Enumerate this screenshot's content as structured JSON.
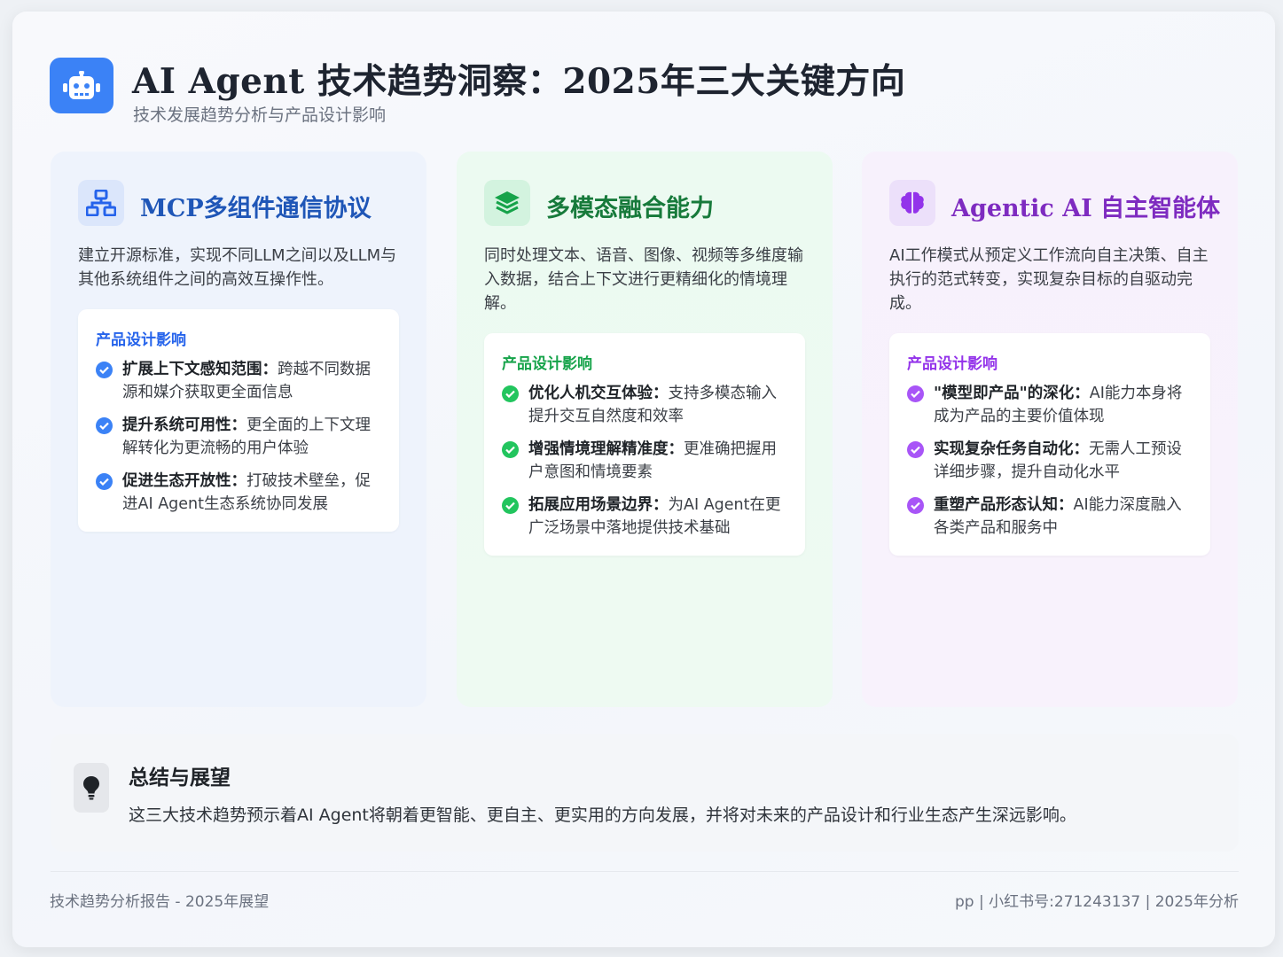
{
  "header": {
    "icon": "robot-icon",
    "title": "AI Agent 技术趋势洞察：2025年三大关键方向",
    "subtitle": "技术发展趋势分析与产品设计影响"
  },
  "colors": {
    "blue": "#2563eb",
    "green": "#16a34a",
    "purple": "#9333ea"
  },
  "cards": [
    {
      "icon": "network-icon",
      "title": "MCP多组件通信协议",
      "description": "建立开源标准，实现不同LLM之间以及LLM与其他系统组件之间的高效互操作性。",
      "impact_title": "产品设计影响",
      "items": [
        {
          "bold": "扩展上下文感知范围：",
          "text": "跨越不同数据源和媒介获取更全面信息"
        },
        {
          "bold": "提升系统可用性：",
          "text": "更全面的上下文理解转化为更流畅的用户体验"
        },
        {
          "bold": "促进生态开放性：",
          "text": "打破技术壁垒，促进AI Agent生态系统协同发展"
        }
      ]
    },
    {
      "icon": "layers-icon",
      "title": "多模态融合能力",
      "description": "同时处理文本、语音、图像、视频等多维度输入数据，结合上下文进行更精细化的情境理解。",
      "impact_title": "产品设计影响",
      "items": [
        {
          "bold": "优化人机交互体验：",
          "text": "支持多模态输入提升交互自然度和效率"
        },
        {
          "bold": "增强情境理解精准度：",
          "text": "更准确把握用户意图和情境要素"
        },
        {
          "bold": "拓展应用场景边界：",
          "text": "为AI Agent在更广泛场景中落地提供技术基础"
        }
      ]
    },
    {
      "icon": "brain-icon",
      "title": "Agentic AI 自主智能体",
      "description": "AI工作模式从预定义工作流向自主决策、自主执行的范式转变，实现复杂目标的自驱动完成。",
      "impact_title": "产品设计影响",
      "items": [
        {
          "bold": "\"模型即产品\"的深化：",
          "text": "AI能力本身将成为产品的主要价值体现"
        },
        {
          "bold": "实现复杂任务自动化：",
          "text": "无需人工预设详细步骤，提升自动化水平"
        },
        {
          "bold": "重塑产品形态认知：",
          "text": "AI能力深度融入各类产品和服务中"
        }
      ]
    }
  ],
  "summary": {
    "icon": "lightbulb-icon",
    "title": "总结与展望",
    "text": "这三大技术趋势预示着AI Agent将朝着更智能、更自主、更实用的方向发展，并将对未来的产品设计和行业生态产生深远影响。"
  },
  "footer": {
    "left": "技术趋势分析报告 - 2025年展望",
    "right": "pp | 小红书号:271243137 | 2025年分析"
  }
}
